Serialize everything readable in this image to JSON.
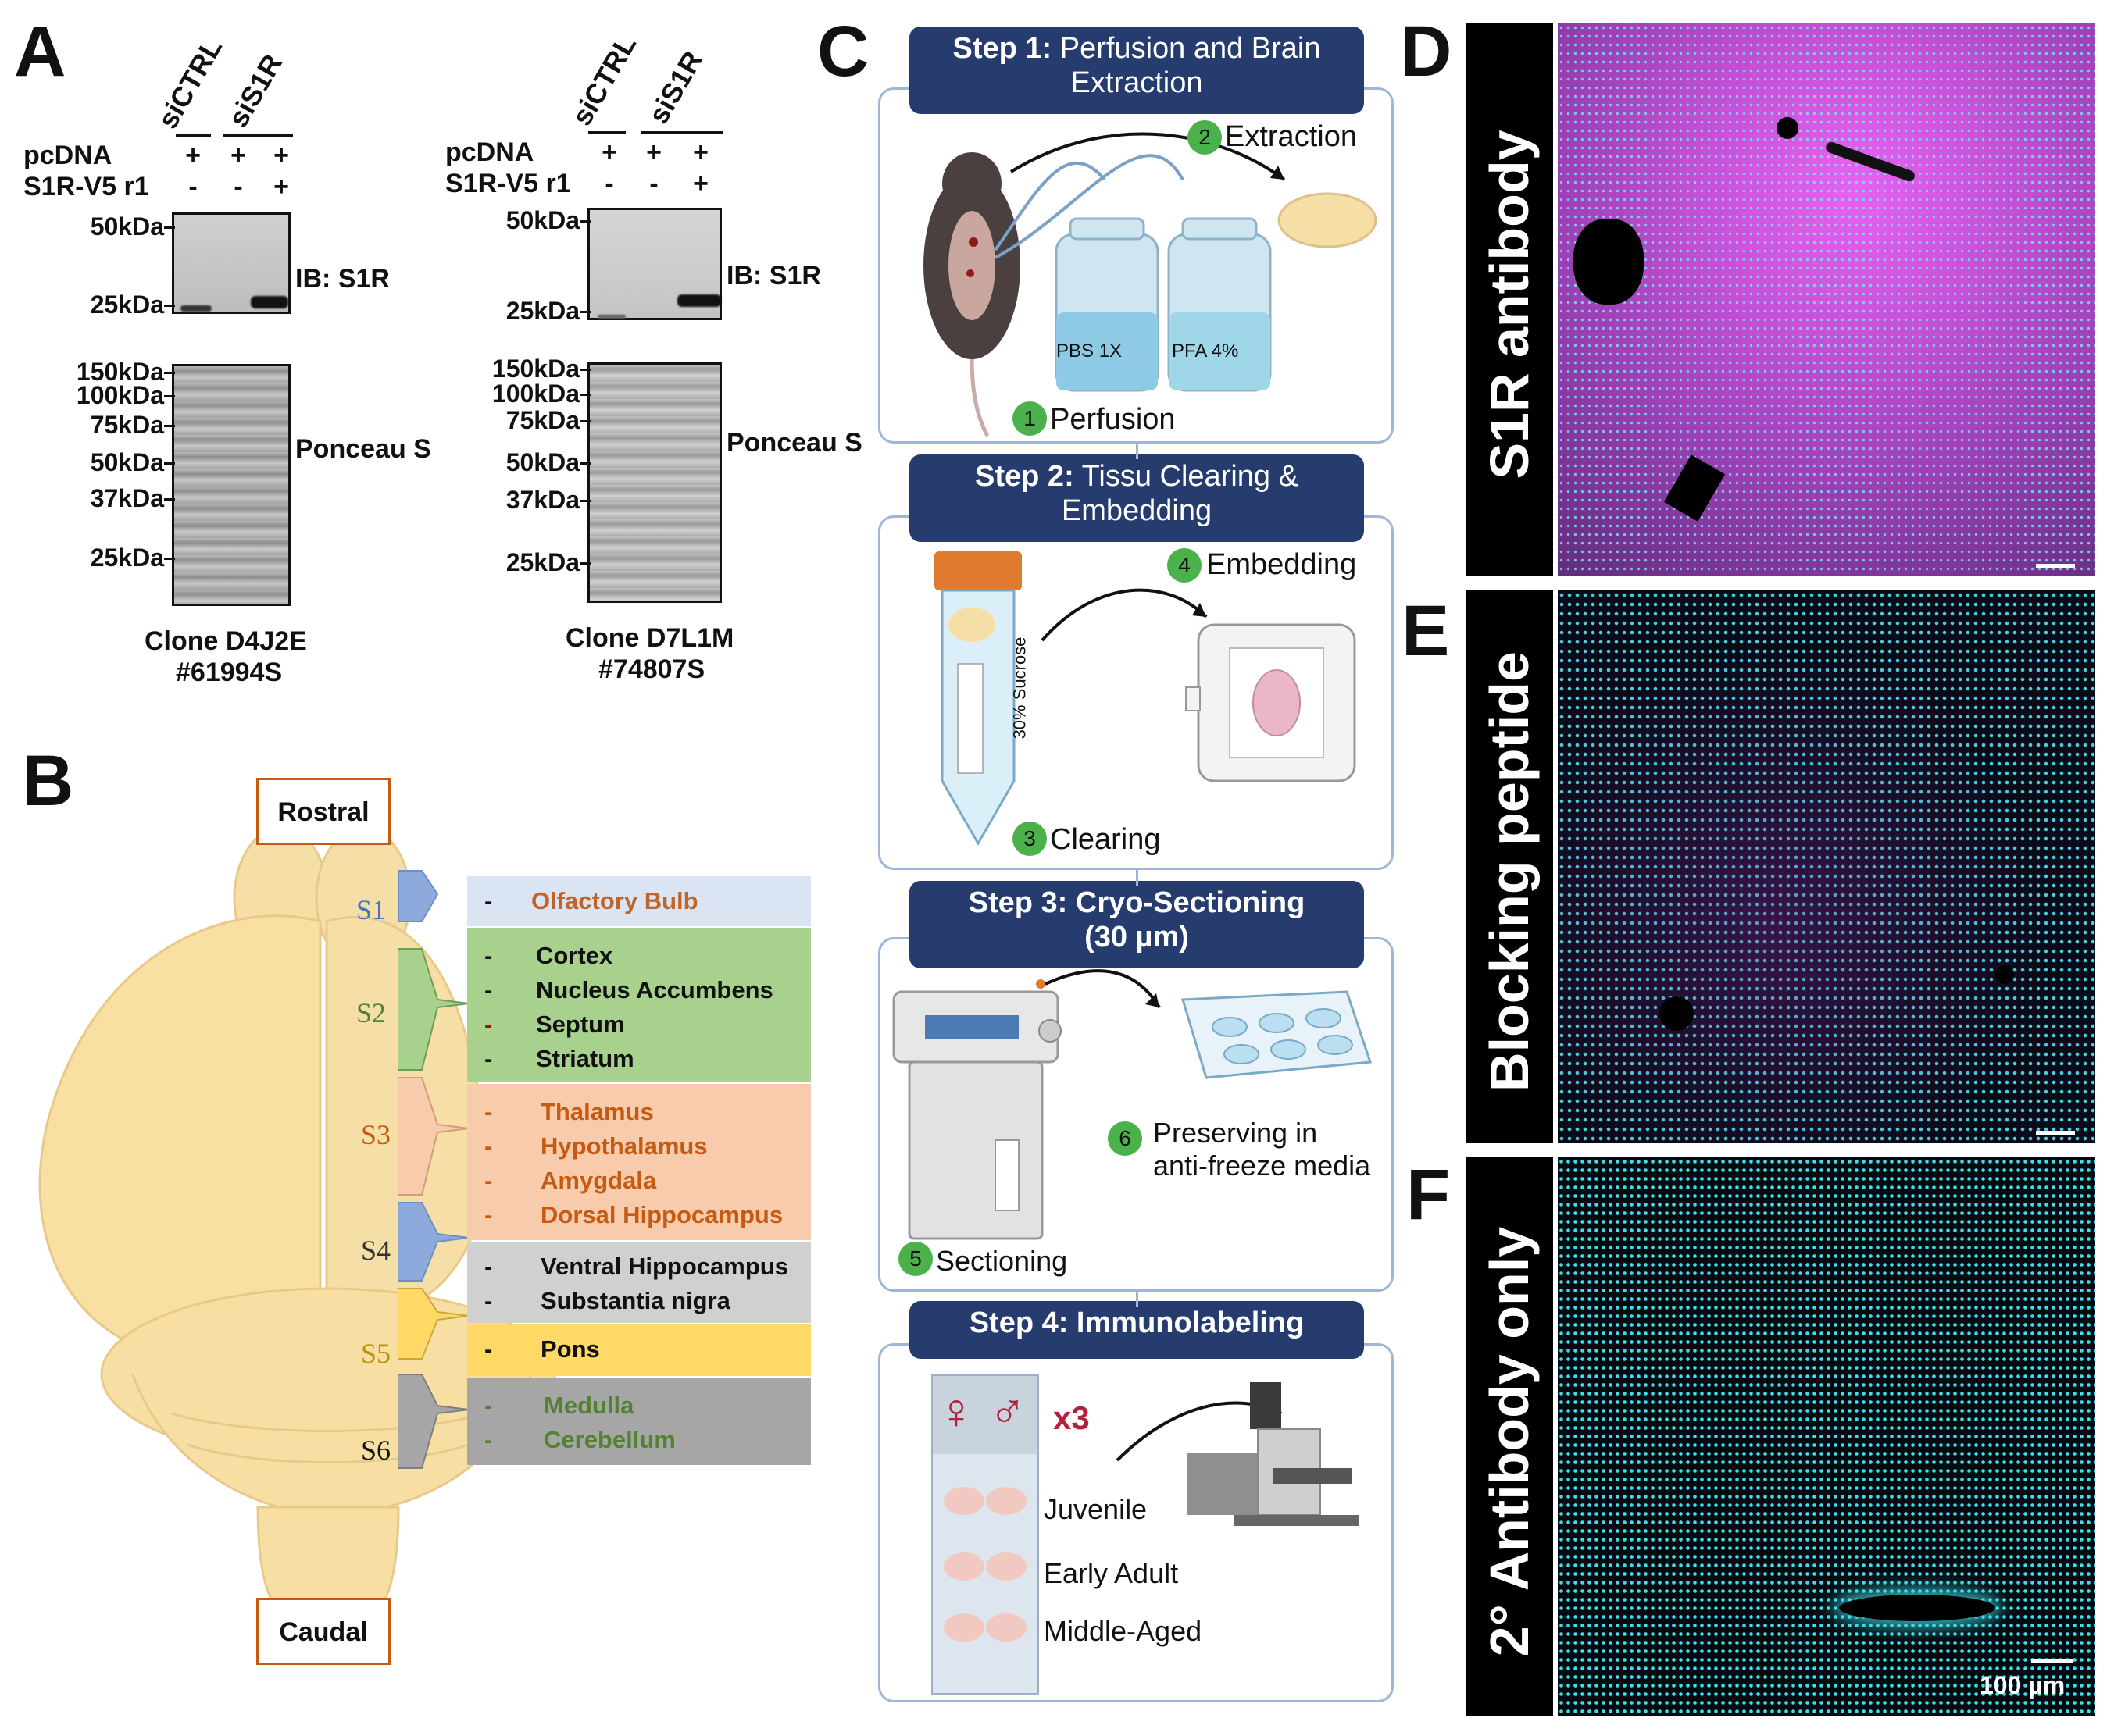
{
  "panels": {
    "A": "A",
    "B": "B",
    "C": "C",
    "D": "D",
    "E": "E",
    "F": "F"
  },
  "blotA": {
    "lanes_header": [
      "siCTRL",
      "siS1R"
    ],
    "row1_label": "pcDNA",
    "row1_marks": [
      "+",
      "+",
      "+"
    ],
    "row2_label": "S1R-V5 r1",
    "row2_marks": [
      "-",
      "-",
      "+"
    ],
    "top_mw": [
      "50kDa",
      "25kDa"
    ],
    "bottom_mw": [
      "150kDa",
      "100kDa",
      "75kDa",
      "50kDa",
      "37kDa",
      "25kDa"
    ],
    "ib_label": "IB: S1R",
    "ponceau_label": "Ponceau S",
    "clone": "Clone D4J2E",
    "catalog": "#61994S"
  },
  "blotB": {
    "lanes_header": [
      "siCTRL",
      "siS1R"
    ],
    "row1_label": "pcDNA",
    "row1_marks": [
      "+",
      "+",
      "+"
    ],
    "row2_label": "S1R-V5 r1",
    "row2_marks": [
      "-",
      "-",
      "+"
    ],
    "top_mw": [
      "50kDa",
      "25kDa"
    ],
    "bottom_mw": [
      "150kDa",
      "100kDa",
      "75kDa",
      "50kDa",
      "37kDa",
      "25kDa"
    ],
    "ib_label": "IB: S1R",
    "ponceau_label": "Ponceau S",
    "clone": "Clone D7L1M",
    "catalog": "#74807S"
  },
  "brain": {
    "rostral": "Rostral",
    "caudal": "Caudal",
    "sections": [
      {
        "id": "S1",
        "color": "#dbe4f3",
        "text_color": "#c0652a",
        "dash": "-",
        "regions": [
          "Olfactory Bulb"
        ]
      },
      {
        "id": "S2",
        "color": "#a9d18e",
        "text_color": "#111111",
        "dash": "-",
        "regions": [
          "Cortex",
          "Nucleus Accumbens",
          "Septum",
          "Striatum"
        ]
      },
      {
        "id": "S3",
        "color": "#f8cbad",
        "text_color": "#c55a11",
        "dash": "-",
        "regions": [
          "Thalamus",
          "Hypothalamus",
          "Amygdala",
          "Dorsal Hippocampus"
        ]
      },
      {
        "id": "S4",
        "color": "#d0d0d0",
        "text_color": "#111111",
        "dash": "-",
        "regions": [
          "Ventral Hippocampus",
          "Substantia nigra"
        ]
      },
      {
        "id": "S5",
        "color": "#ffd966",
        "text_color": "#111111",
        "dash": "-",
        "regions": [
          "Pons"
        ]
      },
      {
        "id": "S6",
        "color": "#a6a6a6",
        "text_color": "#548235",
        "dash": "-",
        "regions": [
          "Medulla",
          "Cerebellum"
        ]
      }
    ]
  },
  "workflow": {
    "step1_bold": "Step 1:",
    "step1_rest": " Perfusion and Brain Extraction",
    "step2_bold": "Step 2:",
    "step2_rest": " Tissu Clearing & Embedding",
    "step3": "Step 3: Cryo-Sectioning (30 µm)",
    "step4": "Step 4: Immunolabeling",
    "n1": "1",
    "l1": "Perfusion",
    "n2": "2",
    "l2": "Extraction",
    "bottle1": "PBS 1X",
    "bottle2": "PFA 4%",
    "n3": "3",
    "l3": "Clearing",
    "n4": "4",
    "l4": "Embedding",
    "tube": "30% Sucrose",
    "n5": "5",
    "l5": "Sectioning",
    "n6": "6",
    "l6a": "Preserving in",
    "l6b": "anti-freeze media",
    "sexes": "♀ ♂",
    "multiplier": "x3",
    "ages": [
      "Juvenile",
      "Early Adult",
      "Middle-Aged"
    ]
  },
  "micrographs": {
    "d_label": "S1R antibody",
    "e_label": "Blocking peptide",
    "f_label": "2° Antibody only",
    "scalebar": "100 µm",
    "colors": {
      "magenta": "#b02fd0",
      "cyan": "#38e0e8"
    }
  }
}
